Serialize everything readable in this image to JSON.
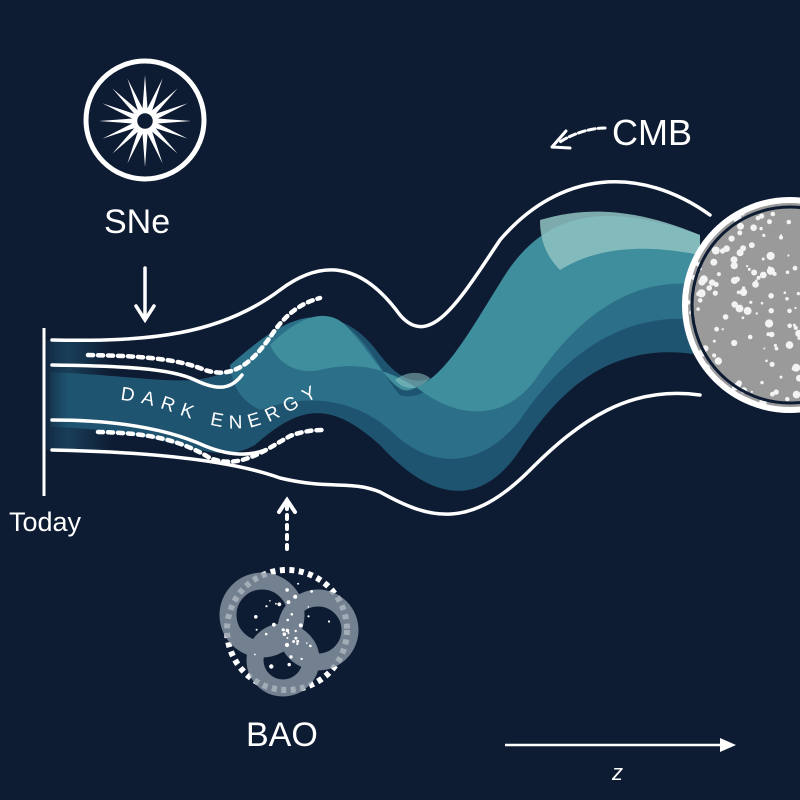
{
  "labels": {
    "supernovae": "SNe",
    "cmb": "CMB",
    "today": "Today",
    "bao": "BAO",
    "redshift_axis": "z",
    "stream_text": "DARK ENERGY"
  },
  "colors": {
    "background": "#0e1c33",
    "stream_light": "#8fc3c3",
    "stream_mid": "#3f8e9d",
    "stream_dark": "#1f5470",
    "outline": "#ffffff",
    "cmb_sphere": "#9a9a9a"
  },
  "icons": {
    "supernova": "starburst-icon",
    "bao": "galaxy-shell-icon",
    "cmb": "speckled-sphere-icon"
  }
}
